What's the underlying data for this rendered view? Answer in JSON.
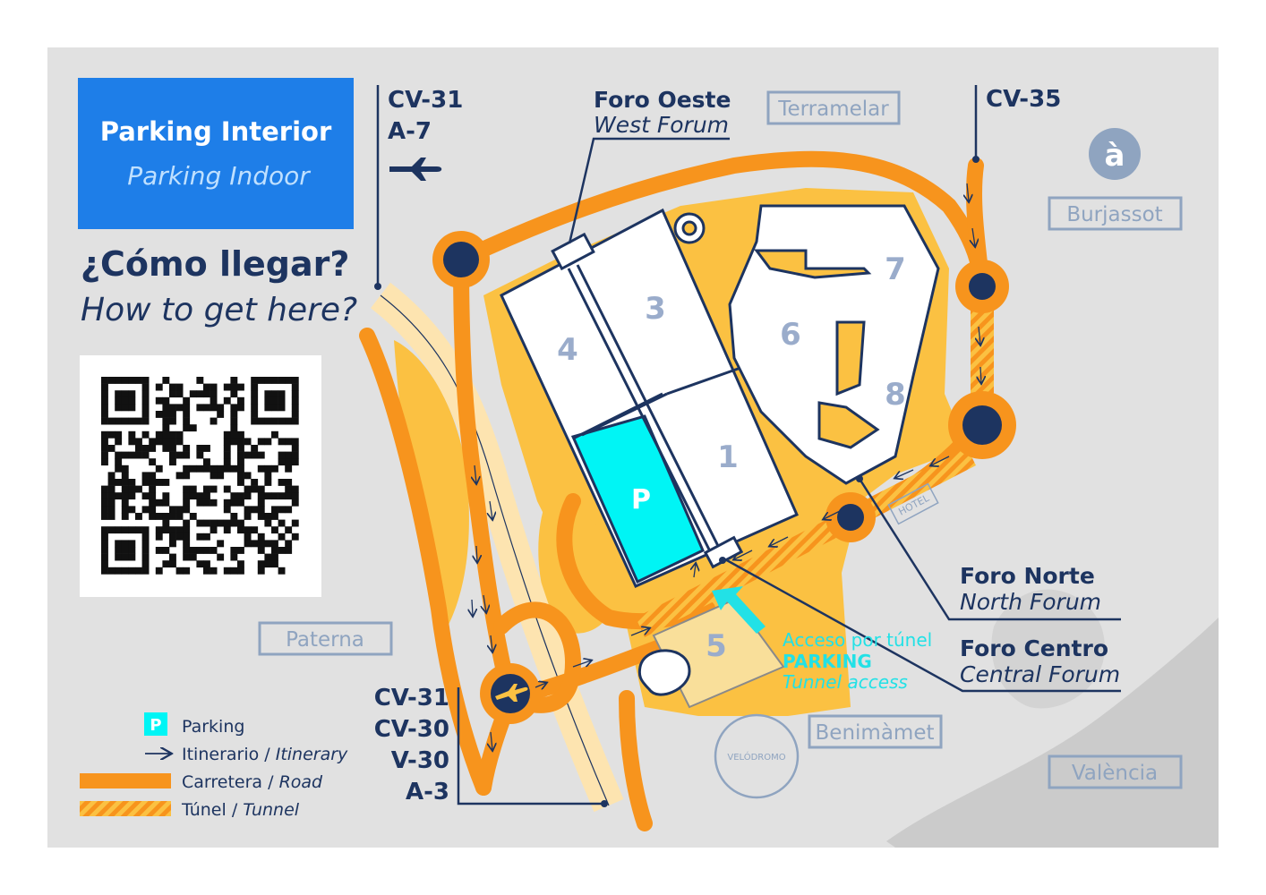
{
  "header": {
    "title": "Parking Interior",
    "subtitle": "Parking Indoor"
  },
  "howto": {
    "title": "¿Cómo llegar?",
    "subtitle": "How to get here?"
  },
  "roads": {
    "top_left": [
      "CV-31",
      "A-7"
    ],
    "top_right": "CV-35",
    "bottom_left": [
      "CV-31",
      "CV-30",
      "V-30",
      "A-3"
    ]
  },
  "places": {
    "terramelar": "Terramelar",
    "burjassot": "Burjassot",
    "paterna": "Paterna",
    "benimamet": "Benimàmet",
    "valencia": "València",
    "velodromo": "VELÓDROMO",
    "hotel": "HOTEL"
  },
  "forums": {
    "west": {
      "name": "Foro Oeste",
      "en": "West Forum"
    },
    "north": {
      "name": "Foro Norte",
      "en": "North Forum"
    },
    "central": {
      "name": "Foro Centro",
      "en": "Central Forum"
    }
  },
  "halls": [
    "1",
    "3",
    "4",
    "5",
    "6",
    "7",
    "8"
  ],
  "parking_symbol": "P",
  "metro_symbol": "à",
  "tunnel_access": {
    "line1": "Acceso por túnel",
    "line2": "PARKING",
    "line3": "Tunnel access"
  },
  "legend": {
    "parking_symbol": "P",
    "parking": "Parking",
    "itinerary": "Itinerario",
    "itinerary_en": "Itinerary",
    "road": "Carretera",
    "road_en": "Road",
    "tunnel": "Túnel",
    "tunnel_en": "Tunnel",
    "separator": " / "
  },
  "colors": {
    "background": "#e1e1e1",
    "road": "#f7941d",
    "area": "#fbc142",
    "navy": "#1d3460",
    "header_blue": "#1e7ee8",
    "parking": "#00f5f5",
    "tunnel_access": "#22e1e6",
    "place_label": "#8fa4c0"
  }
}
